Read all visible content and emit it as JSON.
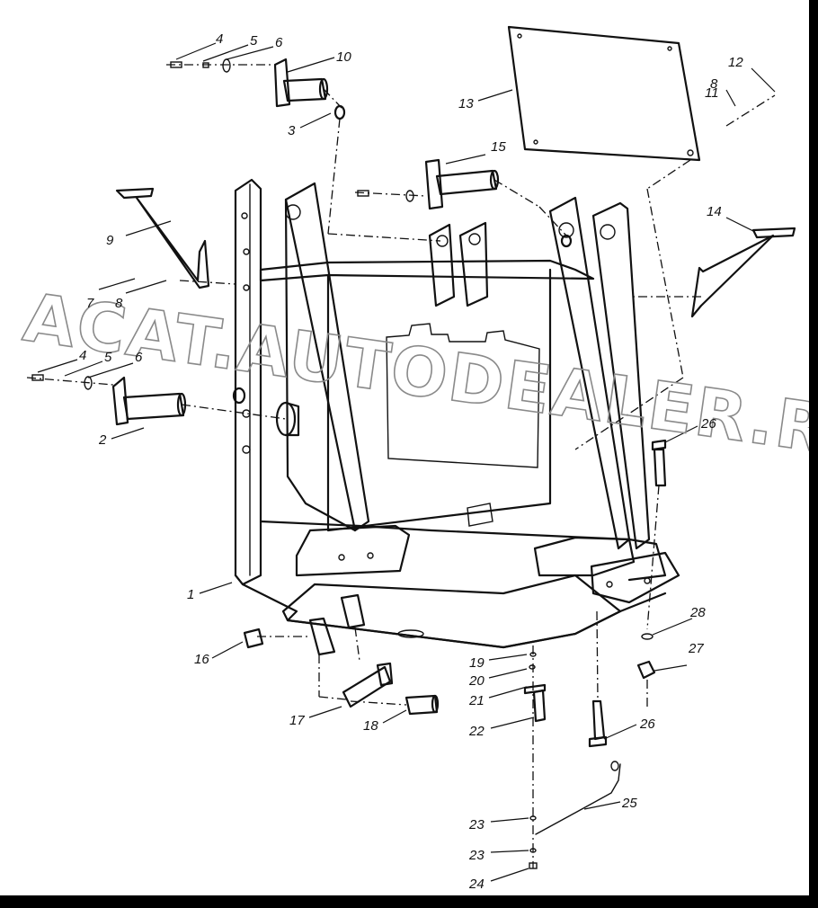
{
  "diagram": {
    "watermark": "ACAT.AUTODEALER.RU",
    "callouts": [
      {
        "id": "c1",
        "text": "1"
      },
      {
        "id": "c2",
        "text": "2"
      },
      {
        "id": "c3",
        "text": "3"
      },
      {
        "id": "c4a",
        "text": "4"
      },
      {
        "id": "c5a",
        "text": "5"
      },
      {
        "id": "c6a",
        "text": "6"
      },
      {
        "id": "c4b",
        "text": "4"
      },
      {
        "id": "c5b",
        "text": "5"
      },
      {
        "id": "c6b",
        "text": "6"
      },
      {
        "id": "c7",
        "text": "7"
      },
      {
        "id": "c8a",
        "text": "8"
      },
      {
        "id": "c8b",
        "text": "8"
      },
      {
        "id": "c9",
        "text": "9"
      },
      {
        "id": "c10",
        "text": "10"
      },
      {
        "id": "c11",
        "text": "11"
      },
      {
        "id": "c12",
        "text": "12"
      },
      {
        "id": "c13",
        "text": "13"
      },
      {
        "id": "c14",
        "text": "14"
      },
      {
        "id": "c15",
        "text": "15"
      },
      {
        "id": "c16",
        "text": "16"
      },
      {
        "id": "c17",
        "text": "17"
      },
      {
        "id": "c18",
        "text": "18"
      },
      {
        "id": "c19",
        "text": "19"
      },
      {
        "id": "c20",
        "text": "20"
      },
      {
        "id": "c21",
        "text": "21"
      },
      {
        "id": "c22",
        "text": "22"
      },
      {
        "id": "c23a",
        "text": "23"
      },
      {
        "id": "c23b",
        "text": "23"
      },
      {
        "id": "c24",
        "text": "24"
      },
      {
        "id": "c25",
        "text": "25"
      },
      {
        "id": "c26a",
        "text": "26"
      },
      {
        "id": "c26b",
        "text": "26"
      },
      {
        "id": "c27",
        "text": "27"
      },
      {
        "id": "c28",
        "text": "28"
      }
    ]
  }
}
